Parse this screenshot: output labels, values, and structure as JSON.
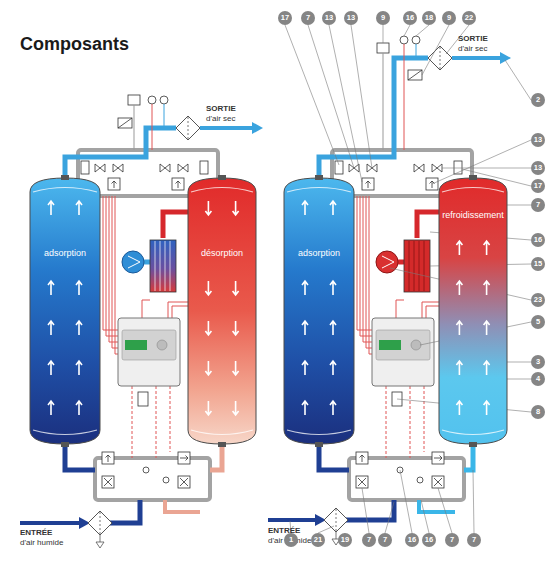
{
  "diagram": {
    "title": "Composants",
    "nodes": [
      {
        "text": [
          "adsorption"
        ]
      },
      {
        "text": [
          "désorption"
        ]
      },
      {
        "text": [
          "adsorption"
        ]
      },
      {
        "text": [
          "refroidissement"
        ]
      }
    ],
    "labels": [
      "SORTIE d'air sec",
      "ENTRÉE d'air humide",
      "17",
      "7",
      "13",
      "13",
      "9",
      "16",
      "18",
      "9",
      "22",
      "SORTIE d'air sec",
      "2",
      "13",
      "13",
      "17",
      "7",
      "16",
      "15",
      "23",
      "5",
      "3",
      "4",
      "8",
      "ENTRÉE d'air humide",
      "1",
      "21",
      "19",
      "7",
      "7",
      "16",
      "16",
      "7",
      "7"
    ]
  }
}
